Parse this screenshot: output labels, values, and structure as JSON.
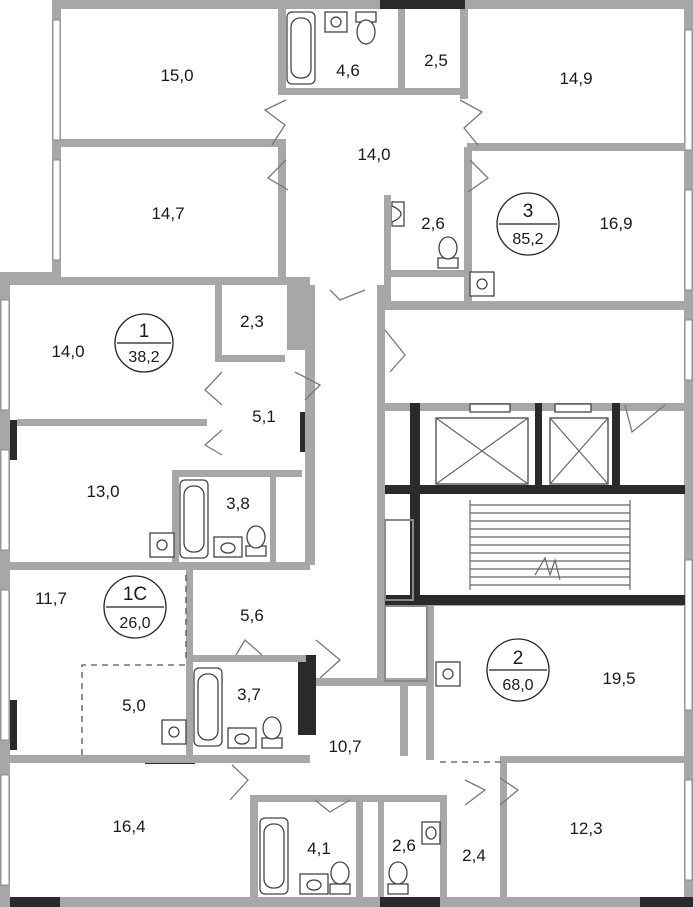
{
  "rooms": [
    {
      "id": "r1",
      "label": "15,0"
    },
    {
      "id": "r2",
      "label": "4,6"
    },
    {
      "id": "r3",
      "label": "2,5"
    },
    {
      "id": "r4",
      "label": "14,9"
    },
    {
      "id": "r5",
      "label": "14,0"
    },
    {
      "id": "r6",
      "label": "14,7"
    },
    {
      "id": "r7",
      "label": "2,6"
    },
    {
      "id": "r8",
      "label": "16,9"
    },
    {
      "id": "r9",
      "label": "2,3"
    },
    {
      "id": "r10",
      "label": "14,0"
    },
    {
      "id": "r11",
      "label": "5,1"
    },
    {
      "id": "r12",
      "label": "13,0"
    },
    {
      "id": "r13",
      "label": "3,8"
    },
    {
      "id": "r14",
      "label": "11,7"
    },
    {
      "id": "r15",
      "label": "5,6"
    },
    {
      "id": "r16",
      "label": "3,7"
    },
    {
      "id": "r17",
      "label": "5,0"
    },
    {
      "id": "r18",
      "label": "19,5"
    },
    {
      "id": "r19",
      "label": "10,7"
    },
    {
      "id": "r20",
      "label": "16,4"
    },
    {
      "id": "r21",
      "label": "4,1"
    },
    {
      "id": "r22",
      "label": "2,6"
    },
    {
      "id": "r23",
      "label": "2,4"
    },
    {
      "id": "r24",
      "label": "12,3"
    }
  ],
  "apartments": [
    {
      "id": "a3",
      "number": "3",
      "area": "85,2"
    },
    {
      "id": "a1",
      "number": "1",
      "area": "38,2"
    },
    {
      "id": "a1c",
      "number": "1С",
      "area": "26,0"
    },
    {
      "id": "a2",
      "number": "2",
      "area": "68,0"
    }
  ]
}
